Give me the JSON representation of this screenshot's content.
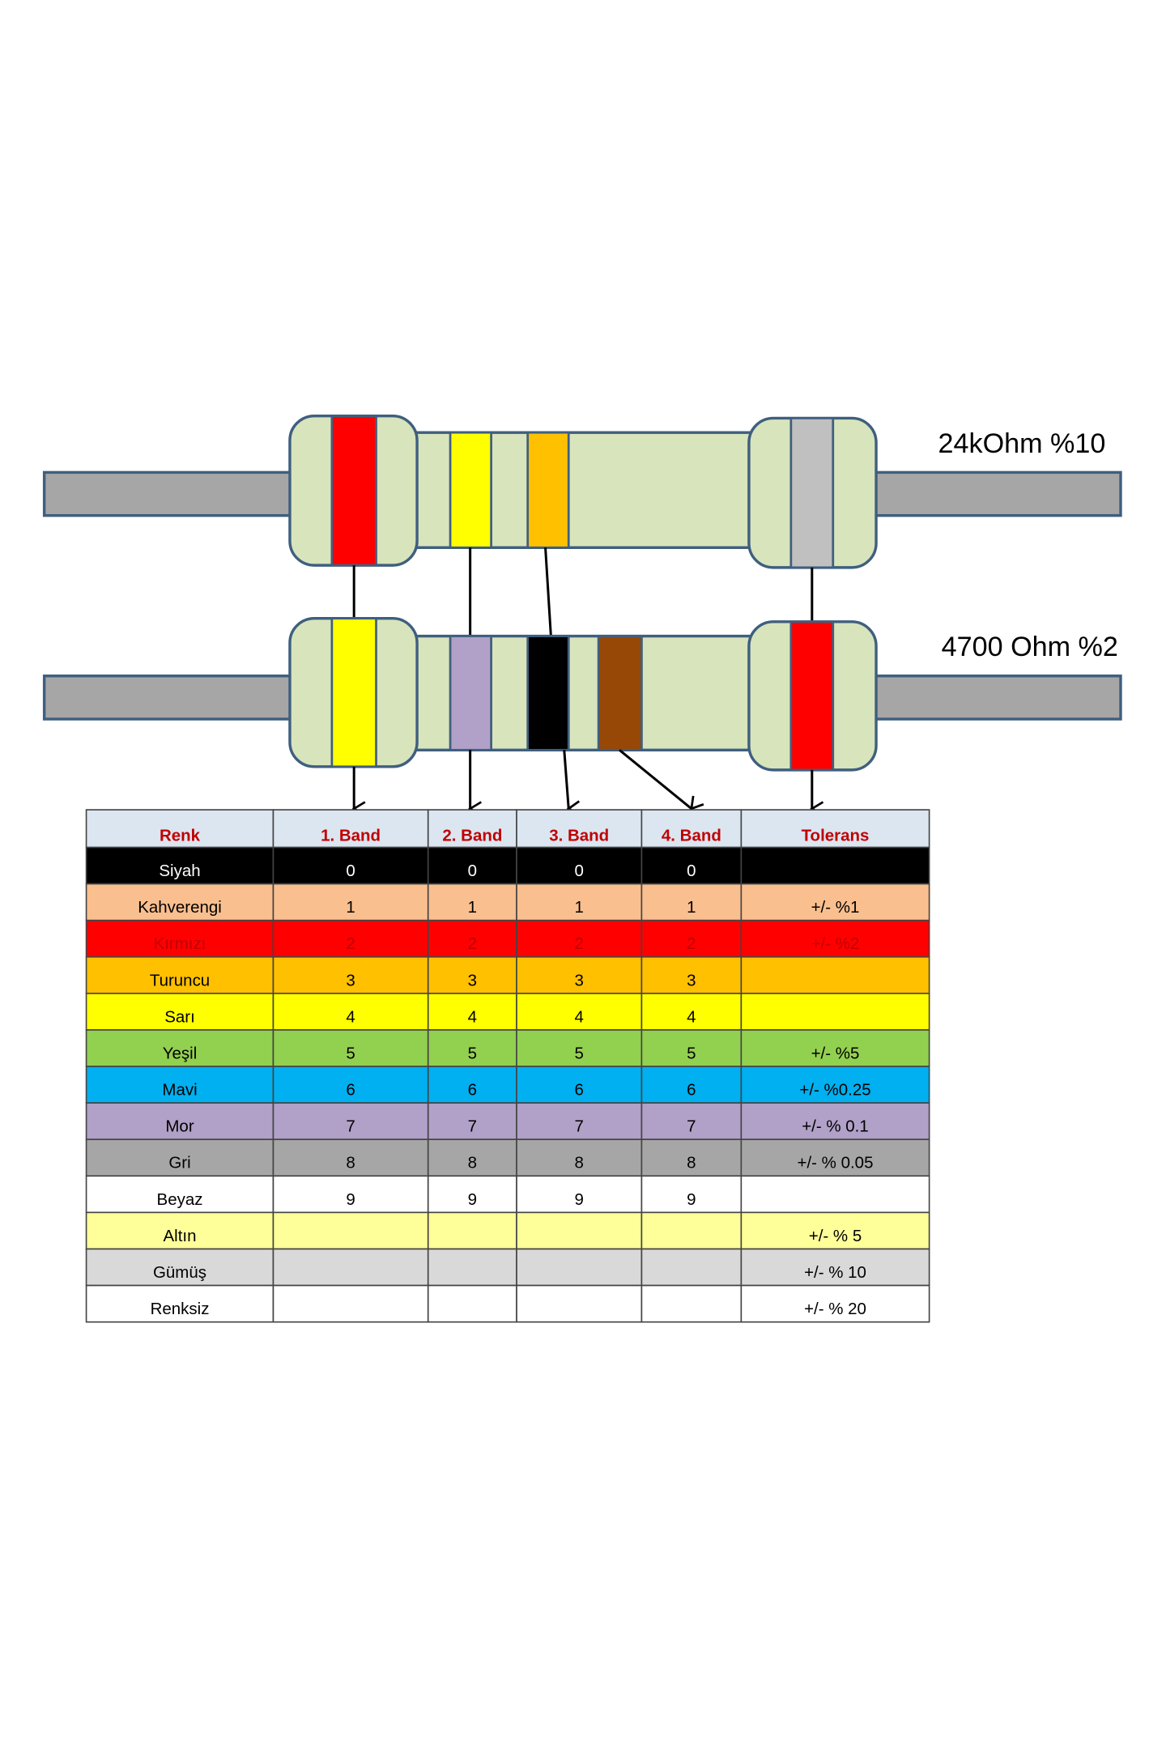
{
  "resistors": [
    {
      "label": "24kOhm %10",
      "bands": [
        "#ff0000",
        "#ffff00",
        "#ffc000"
      ],
      "tolerance_band": "#c0c0c0"
    },
    {
      "label": "4700 Ohm %2",
      "bands": [
        "#ffff00",
        "#b1a0c7",
        "#000000",
        "#974706"
      ],
      "tolerance_band": "#ff0000"
    }
  ],
  "table": {
    "headers": [
      "Renk",
      "1. Band",
      "2. Band",
      "3. Band",
      "4. Band",
      "Tolerans"
    ],
    "header_bg": "#dce6f1",
    "header_color": "#c00000",
    "rows": [
      {
        "name": "Siyah",
        "values": [
          "0",
          "0",
          "0",
          "0",
          ""
        ],
        "bg": "#000000",
        "fg": "#ffffff"
      },
      {
        "name": "Kahverengi",
        "values": [
          "1",
          "1",
          "1",
          "1",
          "+/- %1"
        ],
        "bg": "#fabf8f",
        "fg": "#000000"
      },
      {
        "name": "Kırmızı",
        "values": [
          "2",
          "2",
          "2",
          "2",
          "+/- %2"
        ],
        "bg": "#ff0000",
        "fg": "#c00000"
      },
      {
        "name": "Turuncu",
        "values": [
          "3",
          "3",
          "3",
          "3",
          ""
        ],
        "bg": "#ffc000",
        "fg": "#000000"
      },
      {
        "name": "Sarı",
        "values": [
          "4",
          "4",
          "4",
          "4",
          ""
        ],
        "bg": "#ffff00",
        "fg": "#000000"
      },
      {
        "name": "Yeşil",
        "values": [
          "5",
          "5",
          "5",
          "5",
          "+/- %5"
        ],
        "bg": "#92d050",
        "fg": "#000000"
      },
      {
        "name": "Mavi",
        "values": [
          "6",
          "6",
          "6",
          "6",
          "+/- %0.25"
        ],
        "bg": "#00b0f0",
        "fg": "#000000"
      },
      {
        "name": "Mor",
        "values": [
          "7",
          "7",
          "7",
          "7",
          "+/- % 0.1"
        ],
        "bg": "#b1a0c7",
        "fg": "#000000"
      },
      {
        "name": "Gri",
        "values": [
          "8",
          "8",
          "8",
          "8",
          "+/- % 0.05"
        ],
        "bg": "#a6a6a6",
        "fg": "#000000"
      },
      {
        "name": "Beyaz",
        "values": [
          "9",
          "9",
          "9",
          "9",
          ""
        ],
        "bg": "#ffffff",
        "fg": "#000000"
      },
      {
        "name": "Altın",
        "values": [
          "",
          "",
          "",
          "",
          "+/- % 5"
        ],
        "bg": "#ffff99",
        "fg": "#000000"
      },
      {
        "name": "Gümüş",
        "values": [
          "",
          "",
          "",
          "",
          "+/- % 10"
        ],
        "bg": "#d9d9d9",
        "fg": "#000000"
      },
      {
        "name": "Renksiz",
        "values": [
          "",
          "",
          "",
          "",
          "+/- % 20"
        ],
        "bg": "#ffffff",
        "fg": "#000000"
      }
    ]
  }
}
